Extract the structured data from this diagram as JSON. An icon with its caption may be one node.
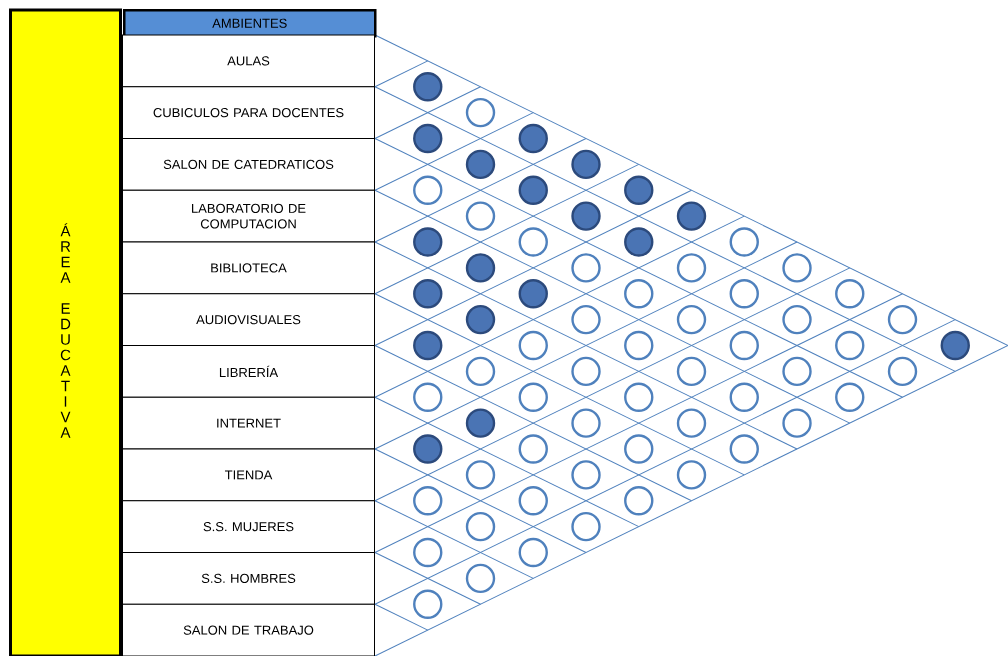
{
  "diagram": {
    "nodes": [
      {
        "text": [
          "ÁREA EDUCATIVA"
        ]
      },
      {
        "text": [
          "AMBIENTES"
        ]
      },
      {
        "text": [
          "AULAS"
        ]
      },
      {
        "text": [
          "CUBICULOS PARA DOCENTES"
        ]
      },
      {
        "text": [
          "SALON DE CATEDRATICOS"
        ]
      },
      {
        "text": [
          "LABORATORIO DE COMPUTACION"
        ]
      },
      {
        "text": [
          "BIBLIOTECA"
        ]
      },
      {
        "text": [
          "AUDIOVISUALES"
        ]
      },
      {
        "text": [
          "LIBRERÍA"
        ]
      },
      {
        "text": [
          "INTERNET"
        ]
      },
      {
        "text": [
          "TIENDA"
        ]
      },
      {
        "text": [
          "S.S. MUJERES"
        ]
      },
      {
        "text": [
          "S.S. HOMBRES"
        ]
      },
      {
        "text": [
          "SALON DE TRABAJO"
        ]
      },
      {
        "text": [],
        "shape": "dot"
      },
      {
        "text": [],
        "shape": "circle"
      },
      {
        "text": [],
        "shape": "dot"
      },
      {
        "text": [],
        "shape": "dot"
      },
      {
        "text": [],
        "shape": "dot"
      },
      {
        "text": [],
        "shape": "dot"
      },
      {
        "text": [],
        "shape": "circle"
      },
      {
        "text": [],
        "shape": "dot"
      },
      {
        "text": [],
        "shape": "dot"
      },
      {
        "text": [],
        "shape": "circle"
      },
      {
        "text": [],
        "shape": "dot"
      },
      {
        "text": [],
        "shape": "dot"
      },
      {
        "text": [],
        "shape": "dot"
      },
      {
        "text": [],
        "shape": "circle"
      },
      {
        "text": [],
        "shape": "dot"
      },
      {
        "text": [],
        "shape": "circle"
      },
      {
        "text": [],
        "shape": "dot"
      },
      {
        "text": [],
        "shape": "circle"
      },
      {
        "text": [],
        "shape": "circle"
      },
      {
        "text": [],
        "shape": "circle"
      },
      {
        "text": [],
        "shape": "dot"
      },
      {
        "text": [],
        "shape": "dot"
      },
      {
        "text": [],
        "shape": "circle"
      },
      {
        "text": [],
        "shape": "circle"
      },
      {
        "text": [],
        "shape": "circle"
      },
      {
        "text": [],
        "shape": "dot"
      },
      {
        "text": [],
        "shape": "circle"
      },
      {
        "text": [],
        "shape": "circle"
      },
      {
        "text": [],
        "shape": "circle"
      },
      {
        "text": [],
        "shape": "circle"
      },
      {
        "text": [],
        "shape": "dot"
      },
      {
        "text": [],
        "shape": "circle"
      },
      {
        "text": [],
        "shape": "circle"
      },
      {
        "text": [],
        "shape": "circle"
      },
      {
        "text": [],
        "shape": "circle"
      },
      {
        "text": [],
        "shape": "dot"
      },
      {
        "text": [],
        "shape": "circle"
      },
      {
        "text": [],
        "shape": "circle"
      },
      {
        "text": [],
        "shape": "circle"
      },
      {
        "text": [],
        "shape": "circle"
      },
      {
        "text": [],
        "shape": "circle"
      },
      {
        "text": [],
        "shape": "circle"
      },
      {
        "text": [],
        "shape": "circle"
      },
      {
        "text": [],
        "shape": "circle"
      },
      {
        "text": [],
        "shape": "circle"
      },
      {
        "text": [],
        "shape": "circle"
      },
      {
        "text": [],
        "shape": "dot"
      },
      {
        "text": [],
        "shape": "circle"
      },
      {
        "text": [],
        "shape": "circle"
      },
      {
        "text": [],
        "shape": "circle"
      },
      {
        "text": [],
        "shape": "dot"
      },
      {
        "text": [],
        "shape": "circle"
      },
      {
        "text": [],
        "shape": "circle"
      },
      {
        "text": [],
        "shape": "circle"
      },
      {
        "text": [],
        "shape": "circle"
      },
      {
        "text": [],
        "shape": "circle"
      },
      {
        "text": [],
        "shape": "circle"
      },
      {
        "text": [],
        "shape": "circle"
      },
      {
        "text": [],
        "shape": "circle"
      },
      {
        "text": [],
        "shape": "circle"
      },
      {
        "text": [],
        "shape": "circle"
      },
      {
        "text": [],
        "shape": "circle"
      },
      {
        "text": [],
        "shape": "circle"
      },
      {
        "text": [],
        "shape": "circle"
      },
      {
        "text": [],
        "shape": "circle"
      },
      {
        "text": [],
        "shape": "circle"
      }
    ]
  }
}
